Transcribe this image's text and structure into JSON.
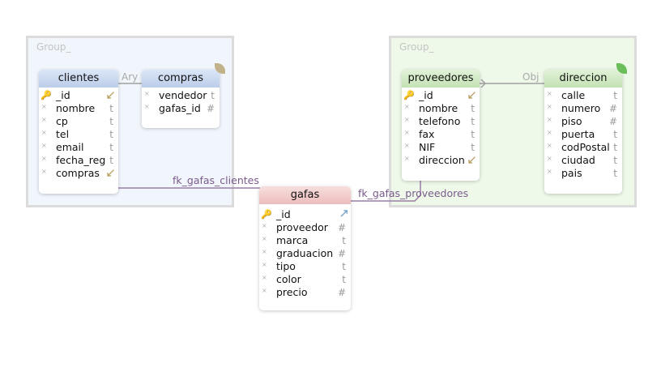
{
  "groups": [
    {
      "label": "Group_"
    },
    {
      "label": "Group_"
    }
  ],
  "tables": {
    "clientes": {
      "title": "clientes",
      "rows": [
        {
          "name": "_id",
          "type": "",
          "marker": "key",
          "ref": "fk"
        },
        {
          "name": "nombre",
          "type": "t"
        },
        {
          "name": "cp",
          "type": "t"
        },
        {
          "name": "tel",
          "type": "t"
        },
        {
          "name": "email",
          "type": "t"
        },
        {
          "name": "fecha_reg",
          "type": "t"
        },
        {
          "name": "compras",
          "type": "",
          "ref": "fk"
        }
      ]
    },
    "compras": {
      "title": "compras",
      "rows": [
        {
          "name": "vendedor",
          "type": "t"
        },
        {
          "name": "gafas_id",
          "type": "#"
        }
      ]
    },
    "proveedores": {
      "title": "proveedores",
      "rows": [
        {
          "name": "_id",
          "type": "",
          "marker": "key",
          "ref": "fk"
        },
        {
          "name": "nombre",
          "type": "t"
        },
        {
          "name": "telefono",
          "type": "t"
        },
        {
          "name": "fax",
          "type": "t"
        },
        {
          "name": "NIF",
          "type": "t"
        },
        {
          "name": "direccion",
          "type": "",
          "ref": "fk"
        }
      ]
    },
    "direccion": {
      "title": "direccion",
      "rows": [
        {
          "name": "calle",
          "type": "t"
        },
        {
          "name": "numero",
          "type": "#"
        },
        {
          "name": "piso",
          "type": "#"
        },
        {
          "name": "puerta",
          "type": "t"
        },
        {
          "name": "codPostal",
          "type": "t"
        },
        {
          "name": "ciudad",
          "type": "t"
        },
        {
          "name": "pais",
          "type": "t"
        }
      ]
    },
    "gafas": {
      "title": "gafas",
      "rows": [
        {
          "name": "_id",
          "type": "",
          "marker": "key",
          "ref": "pk"
        },
        {
          "name": "proveedor",
          "type": "#"
        },
        {
          "name": "marca",
          "type": "t"
        },
        {
          "name": "graduacion",
          "type": "#"
        },
        {
          "name": "tipo",
          "type": "t"
        },
        {
          "name": "color",
          "type": "t"
        },
        {
          "name": "precio",
          "type": "#"
        }
      ]
    }
  },
  "relations": {
    "ary": "Ary",
    "obj": "Obj",
    "fk_clientes": "fk_gafas_clientes",
    "fk_proveedores": "fk_gafas_proveedores"
  },
  "colors": {
    "blue_group_bg": "#f1f6fc",
    "green_group_bg": "#eef9ea",
    "line": "#9a7fa8",
    "link": "#a0a0a0",
    "leaf_tan": "#c2b28a",
    "leaf_green": "#6bbf5a"
  }
}
